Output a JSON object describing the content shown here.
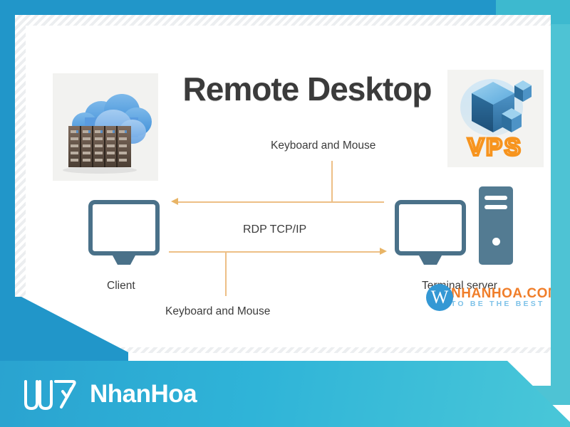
{
  "title": "Remote Desktop",
  "diagram": {
    "keyboard_mouse_top": "Keyboard and Mouse",
    "keyboard_mouse_bottom": "Keyboard and Mouse",
    "protocol_label": "RDP TCP/IP",
    "client_label": "Client",
    "server_label": "Terminal server"
  },
  "vps_logo": {
    "text": "VPS"
  },
  "watermark": {
    "monogram": "W",
    "domain": "NHANHOA.COM",
    "tagline": "TO BE THE BEST"
  },
  "brandbar": {
    "name": "NhanHoa"
  },
  "colors": {
    "frame_blue": "#2196c9",
    "frame_teal": "#4ec3d4",
    "arrow_orange": "#edbf86",
    "device_blue": "#4a7189",
    "tower_blue": "#537b92",
    "title_gray": "#3b3b3b",
    "vps_orange": "#f7941e",
    "watermark_orange": "#f07e2a",
    "watermark_blue": "#3498d4"
  }
}
